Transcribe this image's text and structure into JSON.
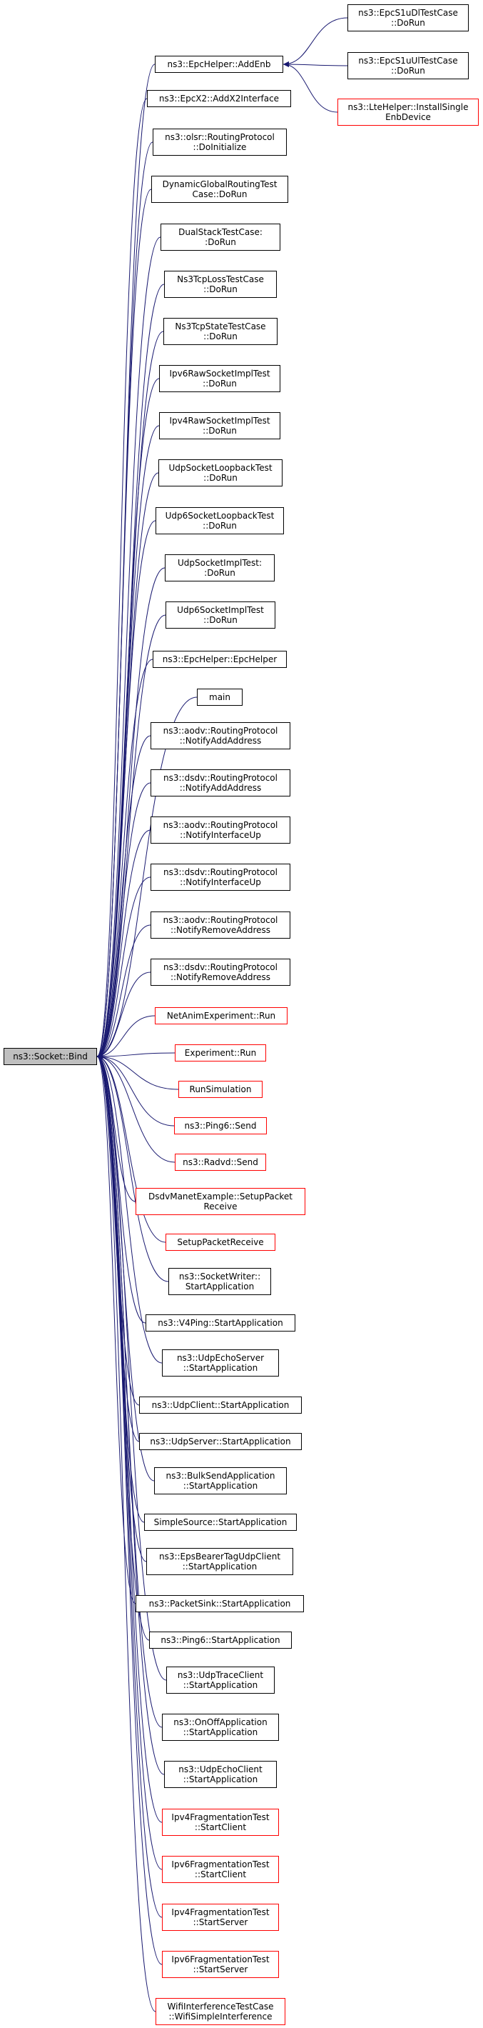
{
  "graph": {
    "root": {
      "id": "root",
      "label": "ns3::Socket::Bind"
    },
    "edge_color": "#191970",
    "border_colors": {
      "normal": "#000000",
      "incomplete": "#ff0000"
    },
    "root_fill": "#bfbfbf",
    "nodes": [
      {
        "id": "addenb",
        "lines": [
          "ns3::EpcHelper::AddEnb"
        ],
        "red": false
      },
      {
        "id": "epcs1udl",
        "lines": [
          "ns3::EpcS1uDlTestCase",
          "::DoRun"
        ],
        "red": false
      },
      {
        "id": "epcs1uul",
        "lines": [
          "ns3::EpcS1uUlTestCase",
          "::DoRun"
        ],
        "red": false
      },
      {
        "id": "ltehelper",
        "lines": [
          "ns3::LteHelper::InstallSingle",
          "EnbDevice"
        ],
        "red": true
      },
      {
        "id": "addx2",
        "lines": [
          "ns3::EpcX2::AddX2Interface"
        ],
        "red": false
      },
      {
        "id": "olsr",
        "lines": [
          "ns3::olsr::RoutingProtocol",
          "::DoInitialize"
        ],
        "red": false
      },
      {
        "id": "dgr",
        "lines": [
          "DynamicGlobalRoutingTest",
          "Case::DoRun"
        ],
        "red": false
      },
      {
        "id": "dualstack",
        "lines": [
          "DualStackTestCase:",
          ":DoRun"
        ],
        "red": false
      },
      {
        "id": "tcploss",
        "lines": [
          "Ns3TcpLossTestCase",
          "::DoRun"
        ],
        "red": false
      },
      {
        "id": "tcpstate",
        "lines": [
          "Ns3TcpStateTestCase",
          "::DoRun"
        ],
        "red": false
      },
      {
        "id": "ipv6raw",
        "lines": [
          "Ipv6RawSocketImplTest",
          "::DoRun"
        ],
        "red": false
      },
      {
        "id": "ipv4raw",
        "lines": [
          "Ipv4RawSocketImplTest",
          "::DoRun"
        ],
        "red": false
      },
      {
        "id": "udploop",
        "lines": [
          "UdpSocketLoopbackTest",
          "::DoRun"
        ],
        "red": false
      },
      {
        "id": "udp6loop",
        "lines": [
          "Udp6SocketLoopbackTest",
          "::DoRun"
        ],
        "red": false
      },
      {
        "id": "udpimpl",
        "lines": [
          "UdpSocketImplTest:",
          ":DoRun"
        ],
        "red": false
      },
      {
        "id": "udp6impl",
        "lines": [
          "Udp6SocketImplTest",
          "::DoRun"
        ],
        "red": false
      },
      {
        "id": "epchelper",
        "lines": [
          "ns3::EpcHelper::EpcHelper"
        ],
        "red": false
      },
      {
        "id": "main",
        "lines": [
          "main"
        ],
        "red": false
      },
      {
        "id": "aodvadd",
        "lines": [
          "ns3::aodv::RoutingProtocol",
          "::NotifyAddAddress"
        ],
        "red": false
      },
      {
        "id": "dsdvadd",
        "lines": [
          "ns3::dsdv::RoutingProtocol",
          "::NotifyAddAddress"
        ],
        "red": false
      },
      {
        "id": "aodvup",
        "lines": [
          "ns3::aodv::RoutingProtocol",
          "::NotifyInterfaceUp"
        ],
        "red": false
      },
      {
        "id": "dsdvup",
        "lines": [
          "ns3::dsdv::RoutingProtocol",
          "::NotifyInterfaceUp"
        ],
        "red": false
      },
      {
        "id": "aodvrem",
        "lines": [
          "ns3::aodv::RoutingProtocol",
          "::NotifyRemoveAddress"
        ],
        "red": false
      },
      {
        "id": "dsdvrem",
        "lines": [
          "ns3::dsdv::RoutingProtocol",
          "::NotifyRemoveAddress"
        ],
        "red": false
      },
      {
        "id": "netanim",
        "lines": [
          "NetAnimExperiment::Run"
        ],
        "red": true
      },
      {
        "id": "experiment",
        "lines": [
          "Experiment::Run"
        ],
        "red": true
      },
      {
        "id": "runsim",
        "lines": [
          "RunSimulation"
        ],
        "red": true
      },
      {
        "id": "ping6send",
        "lines": [
          "ns3::Ping6::Send"
        ],
        "red": true
      },
      {
        "id": "radvd",
        "lines": [
          "ns3::Radvd::Send"
        ],
        "red": true
      },
      {
        "id": "dsdvmanet",
        "lines": [
          "DsdvManetExample::SetupPacket",
          "Receive"
        ],
        "red": true
      },
      {
        "id": "setuppkt",
        "lines": [
          "SetupPacketReceive"
        ],
        "red": true
      },
      {
        "id": "sockwriter",
        "lines": [
          "ns3::SocketWriter::",
          "StartApplication"
        ],
        "red": false
      },
      {
        "id": "v4ping",
        "lines": [
          "ns3::V4Ping::StartApplication"
        ],
        "red": false
      },
      {
        "id": "udpechoserver",
        "lines": [
          "ns3::UdpEchoServer",
          "::StartApplication"
        ],
        "red": false
      },
      {
        "id": "udpclient",
        "lines": [
          "ns3::UdpClient::StartApplication"
        ],
        "red": false
      },
      {
        "id": "udpserver",
        "lines": [
          "ns3::UdpServer::StartApplication"
        ],
        "red": false
      },
      {
        "id": "bulksend",
        "lines": [
          "ns3::BulkSendApplication",
          "::StartApplication"
        ],
        "red": false
      },
      {
        "id": "simplesource",
        "lines": [
          "SimpleSource::StartApplication"
        ],
        "red": false
      },
      {
        "id": "epsbearer",
        "lines": [
          "ns3::EpsBearerTagUdpClient",
          "::StartApplication"
        ],
        "red": false
      },
      {
        "id": "packetsink",
        "lines": [
          "ns3::PacketSink::StartApplication"
        ],
        "red": false
      },
      {
        "id": "ping6start",
        "lines": [
          "ns3::Ping6::StartApplication"
        ],
        "red": false
      },
      {
        "id": "udptrace",
        "lines": [
          "ns3::UdpTraceClient",
          "::StartApplication"
        ],
        "red": false
      },
      {
        "id": "onoff",
        "lines": [
          "ns3::OnOffApplication",
          "::StartApplication"
        ],
        "red": false
      },
      {
        "id": "udpechoclient",
        "lines": [
          "ns3::UdpEchoClient",
          "::StartApplication"
        ],
        "red": false
      },
      {
        "id": "ipv4fragclient",
        "lines": [
          "Ipv4FragmentationTest",
          "::StartClient"
        ],
        "red": true
      },
      {
        "id": "ipv6fragclient",
        "lines": [
          "Ipv6FragmentationTest",
          "::StartClient"
        ],
        "red": true
      },
      {
        "id": "ipv4fragserver",
        "lines": [
          "Ipv4FragmentationTest",
          "::StartServer"
        ],
        "red": true
      },
      {
        "id": "ipv6fragserver",
        "lines": [
          "Ipv6FragmentationTest",
          "::StartServer"
        ],
        "red": true
      },
      {
        "id": "wifiinterf",
        "lines": [
          "WifiInterferenceTestCase",
          "::WifiSimpleInterference"
        ],
        "red": true
      }
    ]
  }
}
